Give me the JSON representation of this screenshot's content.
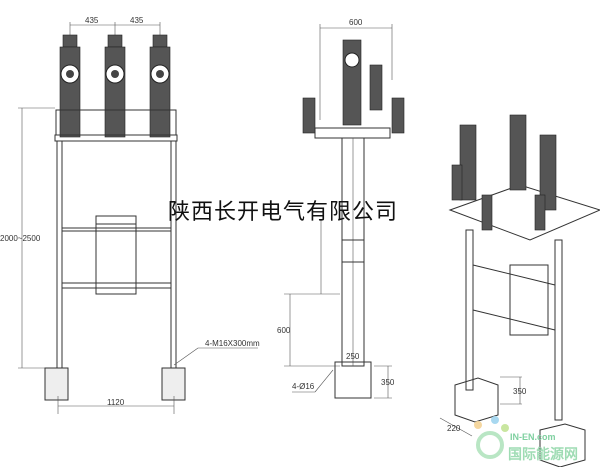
{
  "watermark": "陕西长开电气有限公司",
  "logo": {
    "en": "IN-EN.com",
    "cn": "国际能源网"
  },
  "front_view": {
    "dim_pitch_1": "435",
    "dim_pitch_2": "435",
    "dim_height": "2000~2500",
    "dim_bolt": "4-M16X300mm",
    "dim_width": "1120"
  },
  "side_view": {
    "dim_top": "600",
    "dim_height": "600",
    "dim_base": "250",
    "dim_hole": "4-Ø16",
    "dim_foundation": "350"
  },
  "iso_view": {
    "dim_foundation": "350",
    "dim_width": "220"
  }
}
